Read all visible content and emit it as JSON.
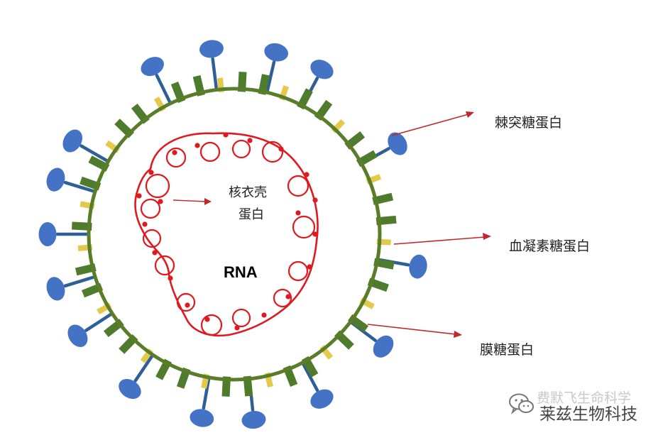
{
  "diagram": {
    "labels": {
      "spike": "棘突糖蛋白",
      "hemagglutinin": "血凝素糖蛋白",
      "membrane": "膜糖蛋白",
      "nucleocapsid_line1": "核衣壳",
      "nucleocapsid_line2": "蛋白",
      "rna": "RNA"
    },
    "colors": {
      "envelope": "#5a7d2a",
      "membrane_protein": "#4e7c2c",
      "hemagglutinin": "#e5c94a",
      "spike_stalk": "#2e5f97",
      "spike_head": "#4472c4",
      "rna": "#e0191f",
      "arrow": "#c0262a"
    },
    "icons": [
      "wechat-icon"
    ]
  },
  "watermark": {
    "faded_text": "费默飞生命科学",
    "text": "莱兹生物科技"
  }
}
